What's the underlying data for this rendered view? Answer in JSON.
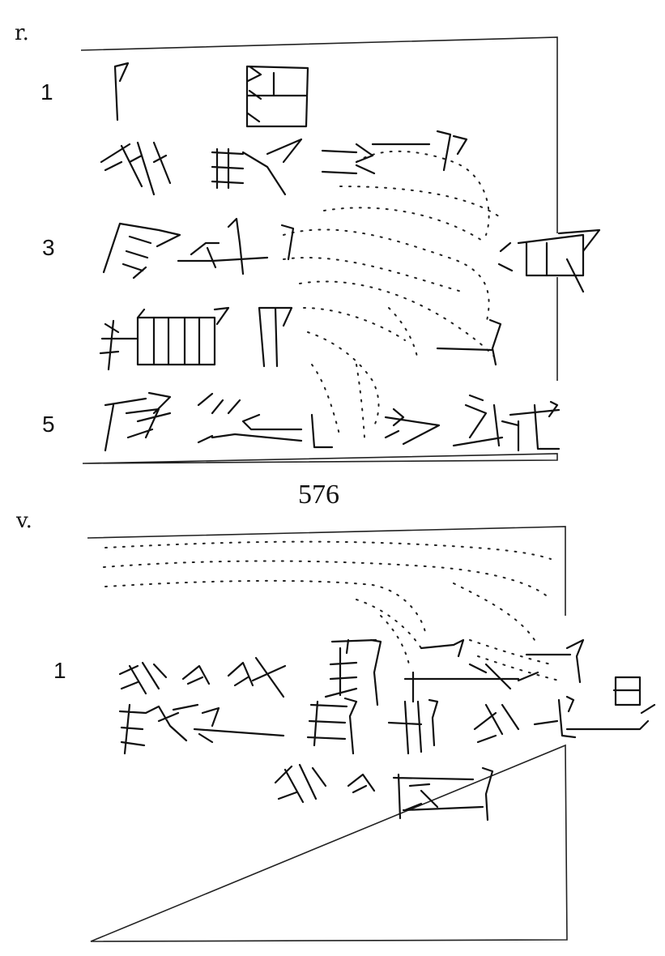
{
  "obverse": {
    "label": "r.",
    "line_numbers": [
      "1",
      "3",
      "5"
    ]
  },
  "figure_number": "576",
  "reverse": {
    "label": "v.",
    "line_numbers": [
      "1"
    ]
  },
  "colors": {
    "ink": "#111111",
    "paper": "#ffffff"
  }
}
